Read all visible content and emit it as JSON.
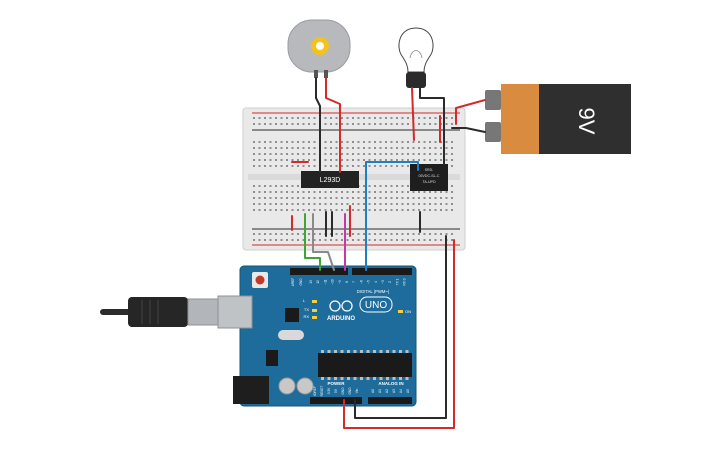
{
  "battery": {
    "label": "9V"
  },
  "motor_driver": {
    "label": "L293D"
  },
  "relay": {
    "lines": [
      "SRD-",
      "05VDC-SL-C",
      "TA-UPD"
    ]
  },
  "arduino": {
    "brand": "ARDUINO",
    "model": "UNO",
    "digital_header": "DIGITAL (PWM~)",
    "power_header": "POWER",
    "analog_header": "ANALOG IN",
    "on_led": "ON",
    "tx_label": "TX",
    "rx_label": "RX",
    "l_label": "L",
    "aref": "AREF",
    "gnd": "GND",
    "digital_pins": [
      "13",
      "12",
      "~11",
      "~10",
      "~9",
      "8",
      "7",
      "~6",
      "~5",
      "4",
      "~3",
      "2",
      "TX 1",
      "RX 0"
    ],
    "power_pins": [
      "IOREF",
      "RESET",
      "3.3V",
      "5V",
      "GND",
      "GND",
      "Vin"
    ],
    "analog_pins": [
      "A0",
      "A1",
      "A2",
      "A3",
      "A4",
      "A5"
    ]
  },
  "colors": {
    "wire_red": "#d42a2a",
    "wire_black": "#2b2b2b",
    "wire_blue": "#1e7fc4",
    "wire_green": "#3fa535",
    "wire_gray": "#8a8a8a",
    "wire_magenta": "#c23aa8",
    "board_blue": "#1d6c9c",
    "battery_orange": "#d98c3f"
  }
}
